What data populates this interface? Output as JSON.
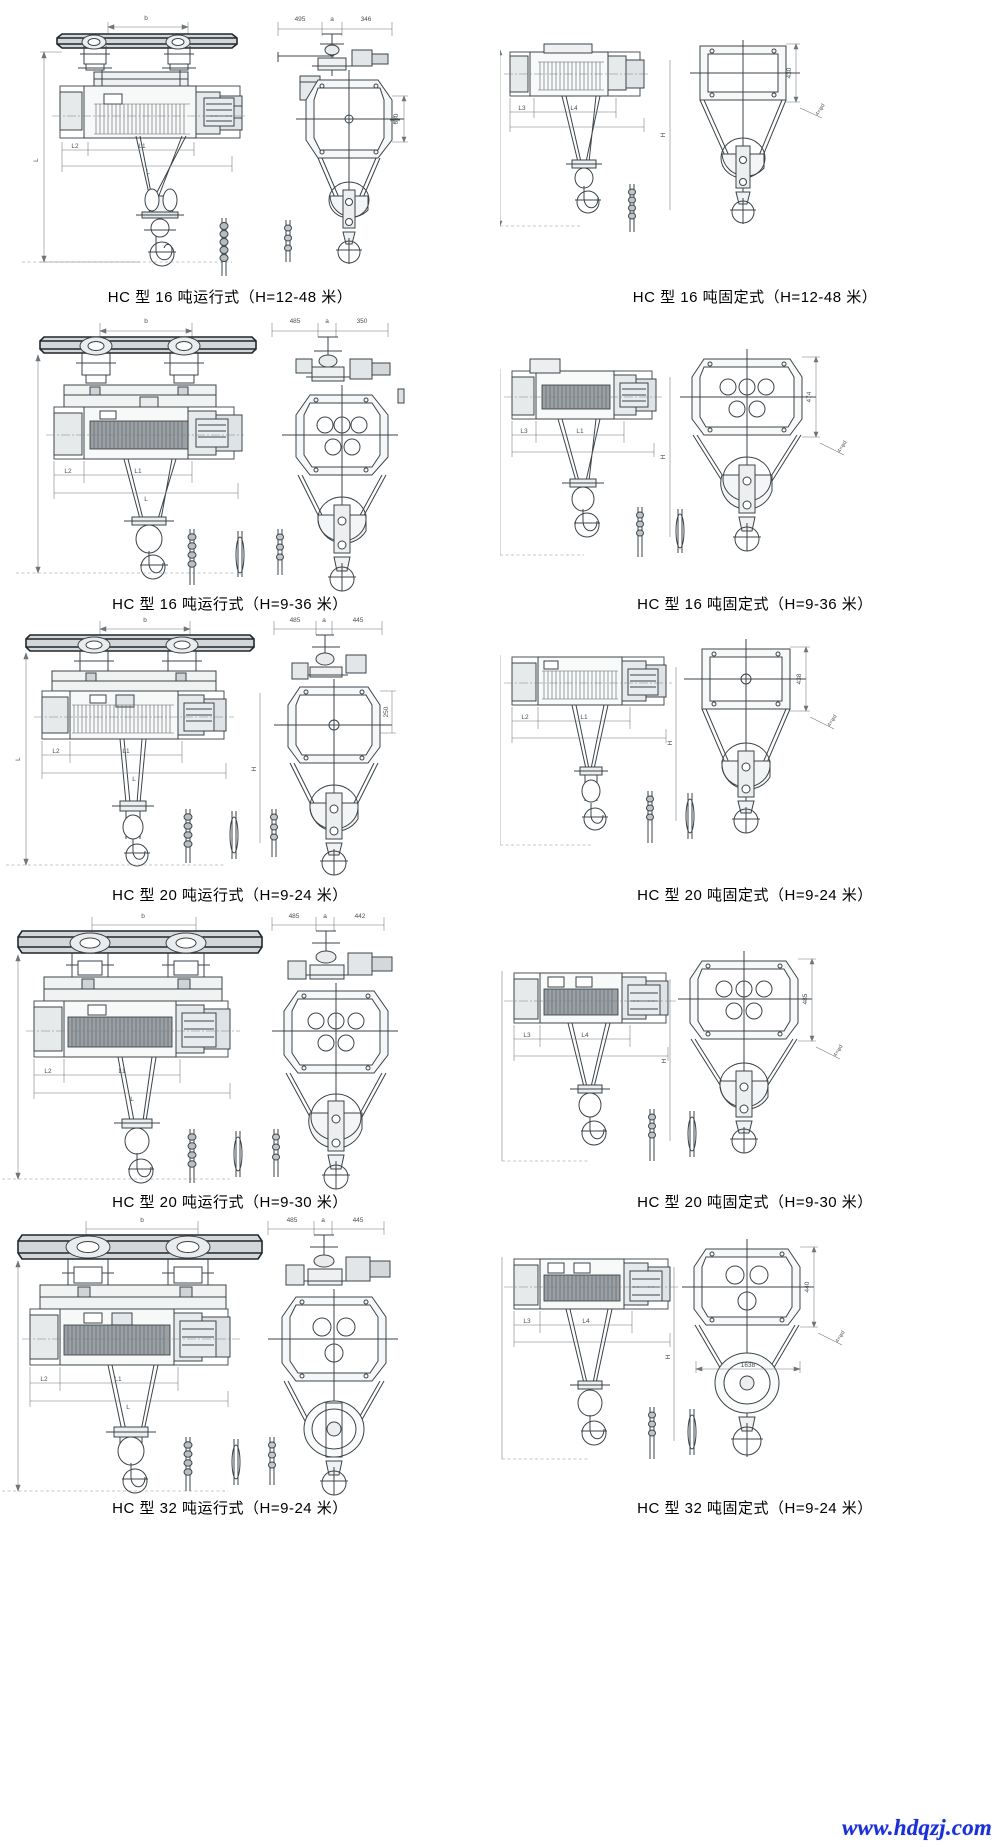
{
  "page": {
    "title": "HC 型电动葫芦外形尺寸图",
    "watermark": "www.hdqzj.com",
    "background_color": "#ffffff",
    "line_color": "#3c4449",
    "watermark_color": "#1a2fd6"
  },
  "figures": [
    {
      "id": "hc-16t-traveling-12-48",
      "caption": "HC 型 16 吨运行式（H=12-48 米）",
      "model": "HC",
      "capacity_t": 16,
      "type": "运行式",
      "lift_height_m": "12-48",
      "column": "left",
      "row": 1,
      "dimension_labels": [
        "b",
        "L",
        "L1",
        "L2",
        "495",
        "a",
        "346",
        "650"
      ]
    },
    {
      "id": "hc-16t-fixed-12-48",
      "caption": "HC 型 16 吨固定式（H=12-48 米）",
      "model": "HC",
      "capacity_t": 16,
      "type": "固定式",
      "lift_height_m": "12-48",
      "column": "right",
      "row": 1,
      "dimension_labels": [
        "L3",
        "L4",
        "430",
        "4×φd",
        "H"
      ]
    },
    {
      "id": "hc-16t-traveling-9-36",
      "caption": "HC 型 16 吨运行式（H=9-36 米）",
      "model": "HC",
      "capacity_t": 16,
      "type": "运行式",
      "lift_height_m": "9-36",
      "column": "left",
      "row": 2,
      "dimension_labels": [
        "b",
        "L",
        "L1",
        "L2",
        "485",
        "a",
        "350"
      ]
    },
    {
      "id": "hc-16t-fixed-9-36",
      "caption": "HC 型 16 吨固定式（H=9-36 米）",
      "model": "HC",
      "capacity_t": 16,
      "type": "固定式",
      "lift_height_m": "9-36",
      "column": "right",
      "row": 2,
      "dimension_labels": [
        "L3",
        "L1",
        "474",
        "4×φd",
        "H"
      ]
    },
    {
      "id": "hc-20t-traveling-9-24",
      "caption": "HC 型 20 吨运行式（H=9-24 米）",
      "model": "HC",
      "capacity_t": 20,
      "type": "运行式",
      "lift_height_m": "9-24",
      "column": "left",
      "row": 3,
      "dimension_labels": [
        "b",
        "L",
        "L1",
        "L2",
        "485",
        "a",
        "445",
        "250"
      ]
    },
    {
      "id": "hc-20t-fixed-9-24",
      "caption": "HC 型 20 吨固定式（H=9-24 米）",
      "model": "HC",
      "capacity_t": 20,
      "type": "固定式",
      "lift_height_m": "9-24",
      "column": "right",
      "row": 3,
      "dimension_labels": [
        "L2",
        "L1",
        "438",
        "4×φd",
        "H"
      ]
    },
    {
      "id": "hc-20t-traveling-9-30",
      "caption": "HC 型 20 吨运行式（H=9-30 米）",
      "model": "HC",
      "capacity_t": 20,
      "type": "运行式",
      "lift_height_m": "9-30",
      "column": "left",
      "row": 4,
      "dimension_labels": [
        "b",
        "L",
        "L1",
        "L2",
        "485",
        "a",
        "442"
      ]
    },
    {
      "id": "hc-20t-fixed-9-30",
      "caption": "HC 型 20 吨固定式（H=9-30 米）",
      "model": "HC",
      "capacity_t": 20,
      "type": "固定式",
      "lift_height_m": "9-30",
      "column": "right",
      "row": 4,
      "dimension_labels": [
        "L3",
        "L4",
        "485",
        "4×φd",
        "H"
      ]
    },
    {
      "id": "hc-32t-traveling-9-24",
      "caption": "HC 型 32 吨运行式（H=9-24 米）",
      "model": "HC",
      "capacity_t": 32,
      "type": "运行式",
      "lift_height_m": "9-24",
      "column": "left",
      "row": 5,
      "dimension_labels": [
        "b",
        "L",
        "L1",
        "L2",
        "485",
        "a",
        "445"
      ]
    },
    {
      "id": "hc-32t-fixed-9-24",
      "caption": "HC 型 32 吨固定式（H=9-24 米）",
      "model": "HC",
      "capacity_t": 32,
      "type": "固定式",
      "lift_height_m": "9-24",
      "column": "right",
      "row": 5,
      "dimension_labels": [
        "L3",
        "L4",
        "440",
        "4×φd",
        "1638",
        "H"
      ]
    }
  ]
}
